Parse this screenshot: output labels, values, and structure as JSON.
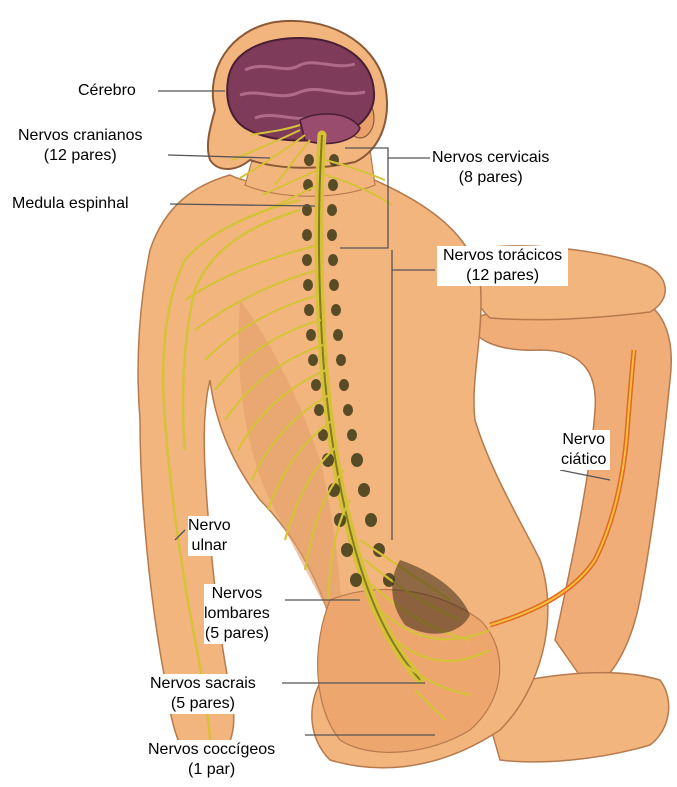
{
  "labels": {
    "cerebro": [
      "Cérebro"
    ],
    "nervos_cranianos": [
      "Nervos cranianos",
      "(12 pares)"
    ],
    "medula_espinhal": [
      "Medula espinhal"
    ],
    "nervos_cervicais": [
      "Nervos cervicais",
      "(8 pares)"
    ],
    "nervos_toracicos": [
      "Nervos torácicos",
      "(12 pares)"
    ],
    "nervo_ciatico": [
      "Nervo",
      "ciático"
    ],
    "nervo_ulnar": [
      "Nervo",
      "ulnar"
    ],
    "nervos_lombares": [
      "Nervos",
      "lombares",
      "(5 pares)"
    ],
    "nervos_sacrais": [
      "Nervos sacrais",
      "(5 pares)"
    ],
    "nervos_coccigeos": [
      "Nervos coccígeos",
      "(1 par)"
    ]
  },
  "colors": {
    "skin": "#f3b57e",
    "skin_shadow": "#d98f5a",
    "brain": "#7e3c5a",
    "nerve": "#d6c23a",
    "vertebra": "#3e3a18",
    "leader_line": "#555555"
  }
}
